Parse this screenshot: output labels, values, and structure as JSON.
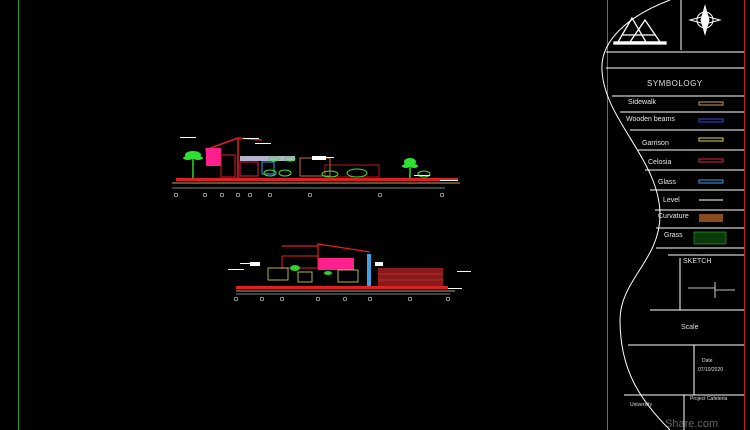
{
  "title_block": {
    "symbology_title": "SYMBOLOGY",
    "legend": [
      {
        "label": "Sidewalk",
        "color": "#c8a060"
      },
      {
        "label": "Wooden beams",
        "color": "#4040e0"
      },
      {
        "label": "Garrison",
        "color": "#d8d860"
      },
      {
        "label": "Celosia",
        "color": "#e02040"
      },
      {
        "label": "Glass",
        "color": "#40a0e0"
      },
      {
        "label": "Level",
        "color": "#ffffff"
      },
      {
        "label": "Curvature",
        "color": "#8a4a20"
      },
      {
        "label": "Grass",
        "color": "#40c040"
      }
    ],
    "sketch_label": "SKETCH",
    "scale_label": "Scale",
    "date_label": "Date",
    "date_value": "07/10/2020",
    "university_label": "University",
    "project_label": "Project Cafeteria",
    "watermark": "Share.com"
  },
  "colors": {
    "background": "#000000",
    "frame_green": "#2a9a2a",
    "frame_red": "#c02020",
    "panel_line": "#ffffff"
  }
}
